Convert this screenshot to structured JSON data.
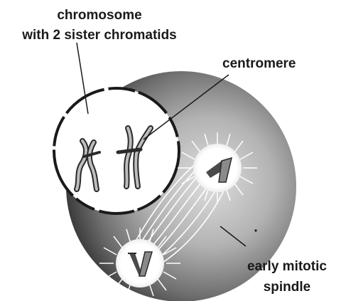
{
  "labels": {
    "chromosome_line1": "chromosome",
    "chromosome_line2": "with 2 sister chromatids",
    "centromere": "centromere",
    "spindle_line1": "early mitotic",
    "spindle_line2": "spindle"
  },
  "colors": {
    "cell_light": "#d9d9d9",
    "cell_dark": "#3a3a3a",
    "nucleus": "#ffffff",
    "outline": "#1a1a1a"
  }
}
